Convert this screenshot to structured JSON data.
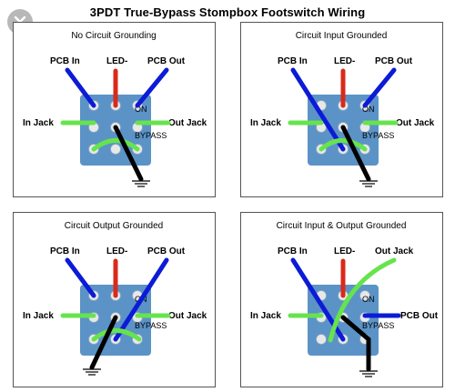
{
  "header": {
    "title": "3PDT True-Bypass Stompbox Footswitch Wiring"
  },
  "icons": {
    "close": "close-icon"
  },
  "colors": {
    "switch_body": "#5b93c7",
    "lug": "#e8e8e8",
    "pcb_wire": "#0b1bd6",
    "led_wire": "#d92a1a",
    "jack_wire": "#66e34d",
    "ground_wire": "#000000"
  },
  "panels": [
    {
      "title": "No Circuit Grounding",
      "labels": {
        "top_left": "PCB In",
        "top_center": "LED-",
        "top_right": "PCB Out",
        "mid_left": "In Jack",
        "mid_right": "Out Jack"
      },
      "switch": {
        "on": "ON",
        "bypass": "BYPASS"
      }
    },
    {
      "title": "Circuit Input Grounded",
      "labels": {
        "top_left": "PCB In",
        "top_center": "LED-",
        "top_right": "PCB Out",
        "mid_left": "In Jack",
        "mid_right": "Out Jack"
      },
      "switch": {
        "on": "ON",
        "bypass": "BYPASS"
      }
    },
    {
      "title": "Circuit Output Grounded",
      "labels": {
        "top_left": "PCB In",
        "top_center": "LED-",
        "top_right": "PCB Out",
        "mid_left": "In Jack",
        "mid_right": "Out Jack"
      },
      "switch": {
        "on": "ON",
        "bypass": "BYPASS"
      }
    },
    {
      "title": "Circuit Input & Output Grounded",
      "labels": {
        "top_left": "PCB In",
        "top_center": "LED-",
        "top_right": "Out Jack",
        "mid_left": "In Jack",
        "mid_right": "PCB Out"
      },
      "switch": {
        "on": "ON",
        "bypass": "BYPASS"
      }
    }
  ]
}
